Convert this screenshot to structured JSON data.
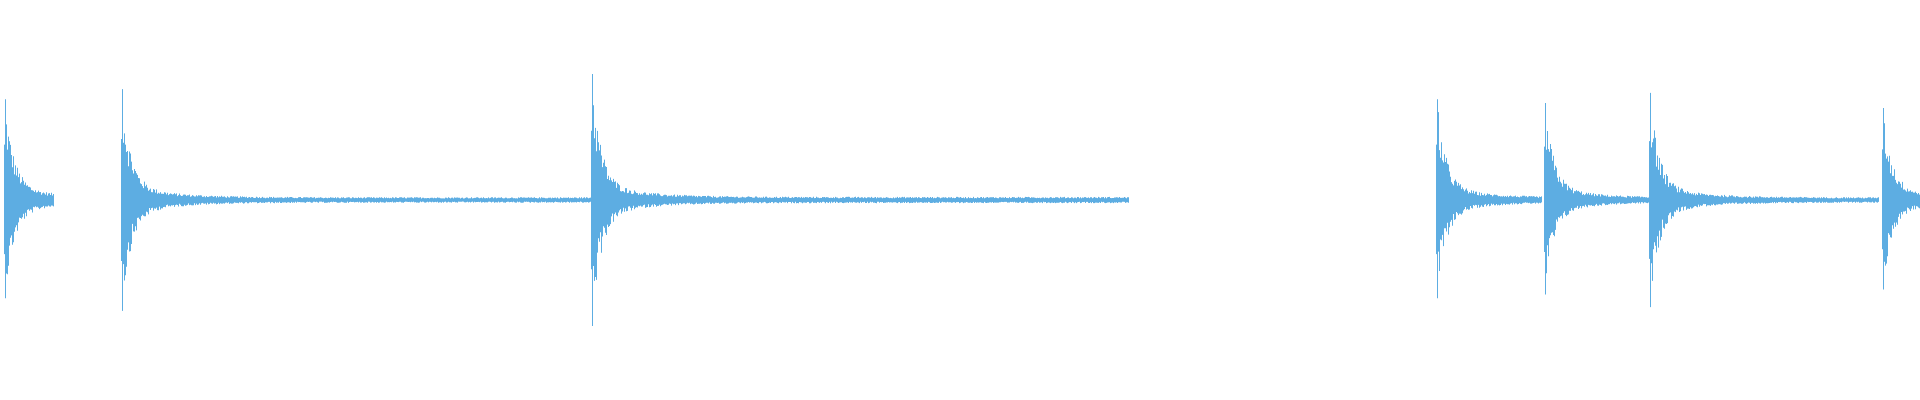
{
  "waveform": {
    "color": "#5dade2",
    "background": "#ffffff",
    "hits": [
      {
        "time": 0.002,
        "amp_up": 0.8,
        "amp_down": 0.78,
        "tail": 0.026
      },
      {
        "time": 0.063,
        "amp_up": 0.88,
        "amp_down": 0.88,
        "tail": 0.28
      },
      {
        "time": 0.308,
        "amp_up": 1.0,
        "amp_down": 1.0,
        "tail": 0.28
      },
      {
        "time": 0.748,
        "amp_up": 0.8,
        "amp_down": 0.78,
        "tail": 0.055
      },
      {
        "time": 0.804,
        "amp_up": 0.77,
        "amp_down": 0.75,
        "tail": 0.055
      },
      {
        "time": 0.859,
        "amp_up": 0.85,
        "amp_down": 0.85,
        "tail": 0.12
      },
      {
        "time": 0.98,
        "amp_up": 0.73,
        "amp_down": 0.71,
        "tail": 0.02
      }
    ]
  }
}
